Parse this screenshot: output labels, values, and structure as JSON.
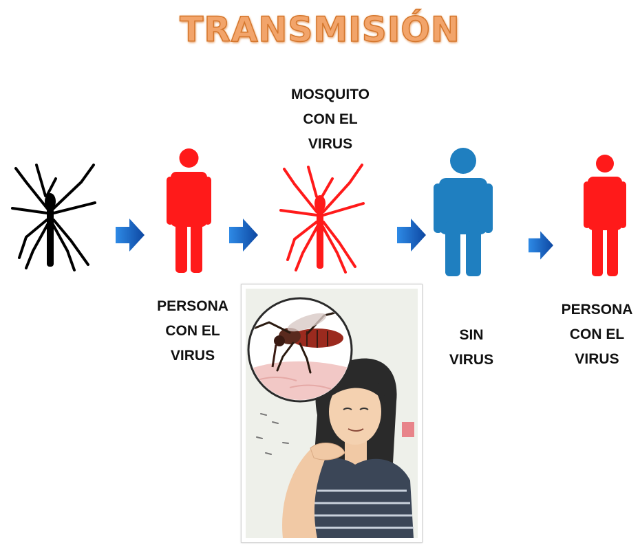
{
  "title": "TRANSMISIÓN",
  "labels": {
    "mosquito_virus": [
      "MOSQUITO",
      "CON EL",
      "VIRUS"
    ],
    "person_virus_1": [
      "PERSONA",
      "CON EL",
      "VIRUS"
    ],
    "person_no_virus": [
      "SIN",
      "VIRUS"
    ],
    "person_virus_2": [
      "PERSONA",
      "CON EL",
      "VIRUS"
    ]
  },
  "colors": {
    "infected_red": "#ff1a1a",
    "healthy_blue": "#1f7fc0",
    "mosquito_black": "#000000",
    "arrow_blue": "#1565c0",
    "title_orange": "#f2a46a"
  }
}
